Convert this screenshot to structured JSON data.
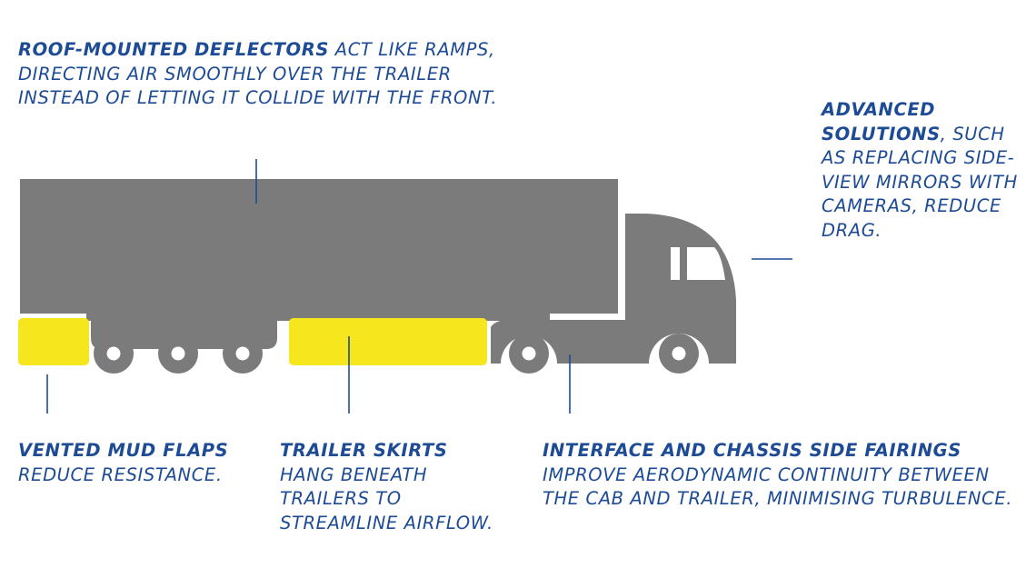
{
  "annotations": {
    "roof": {
      "bold": "ROOF-MOUNTED DEFLECTORS",
      "rest": " ACT LIKE RAMPS, DIRECTING AIR SMOOTHLY OVER THE TRAILER INSTEAD OF LETTING IT COLLIDE WITH THE FRONT."
    },
    "advanced": {
      "bold": "ADVANCED SOLUTIONS",
      "rest": ", SUCH AS REPLACING SIDE-VIEW MIRRORS WITH CAMERAS, REDUCE DRAG."
    },
    "mud": {
      "bold": "VENTED MUD FLAPS",
      "rest": " REDUCE RESISTANCE."
    },
    "skirts": {
      "bold": "TRAILER SKIRTS",
      "rest": " HANG BENEATH TRAILERS TO STREAMLINE AIRFLOW."
    },
    "fairings": {
      "bold": "INTERFACE AND CHASSIS SIDE FAIRINGS",
      "rest": " IMPROVE AERODYNAMIC CONTINUITY BETWEEN THE CAB AND TRAILER, MINIMISING TURBULENCE."
    }
  },
  "colors": {
    "text": "#1e4b96",
    "truck": "#7b7b7b",
    "highlight": "#f5e61e",
    "leader": "#1e4b96"
  }
}
